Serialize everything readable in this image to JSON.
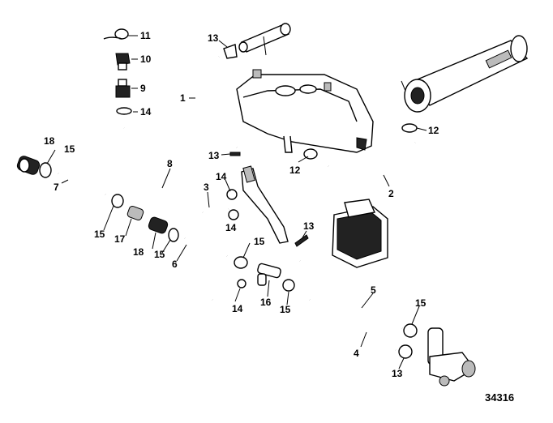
{
  "diagram": {
    "reference_number": "34316",
    "callouts": [
      {
        "id": "c1",
        "text": "1"
      },
      {
        "id": "c2",
        "text": "2"
      },
      {
        "id": "c3",
        "text": "3"
      },
      {
        "id": "c4",
        "text": "4"
      },
      {
        "id": "c5",
        "text": "5"
      },
      {
        "id": "c6",
        "text": "6"
      },
      {
        "id": "c7",
        "text": "7"
      },
      {
        "id": "c8",
        "text": "8"
      },
      {
        "id": "c9",
        "text": "9"
      },
      {
        "id": "c10",
        "text": "10"
      },
      {
        "id": "c11",
        "text": "11"
      },
      {
        "id": "c12a",
        "text": "12"
      },
      {
        "id": "c12b",
        "text": "12"
      },
      {
        "id": "c13a",
        "text": "13"
      },
      {
        "id": "c13b",
        "text": "13"
      },
      {
        "id": "c13c",
        "text": "13"
      },
      {
        "id": "c13d",
        "text": "13"
      },
      {
        "id": "c14a",
        "text": "14"
      },
      {
        "id": "c14b",
        "text": "14"
      },
      {
        "id": "c14c",
        "text": "14"
      },
      {
        "id": "c14d",
        "text": "14"
      },
      {
        "id": "c15a",
        "text": "15"
      },
      {
        "id": "c15b",
        "text": "15"
      },
      {
        "id": "c15c",
        "text": "15"
      },
      {
        "id": "c15d",
        "text": "15"
      },
      {
        "id": "c15e",
        "text": "15"
      },
      {
        "id": "c15f",
        "text": "15"
      },
      {
        "id": "c16",
        "text": "16"
      },
      {
        "id": "c17",
        "text": "17"
      },
      {
        "id": "c18a",
        "text": "18"
      },
      {
        "id": "c18b",
        "text": "18"
      }
    ]
  }
}
